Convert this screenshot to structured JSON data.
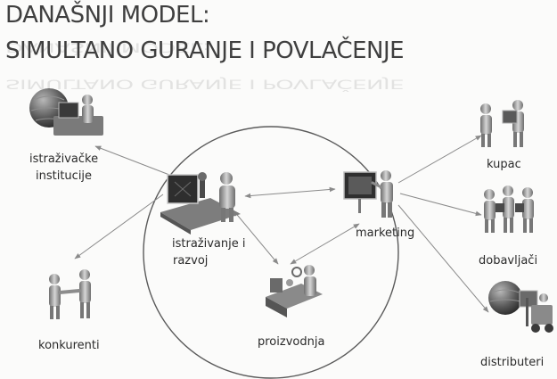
{
  "title": {
    "line1": "DANAŠNJI MODEL:",
    "line2": "SIMULTANO GURANJE I POVLAČENJE"
  },
  "nodes": {
    "research_institutions": {
      "line1": "istraživačke",
      "line2": "institucije",
      "icon": "globe-researcher-icon"
    },
    "competitors": {
      "label": "konkurenti",
      "icon": "handshake-icon"
    },
    "rnd": {
      "line1": "istraživanje i",
      "line2": "razvoj",
      "icon": "scientist-microscope-icon"
    },
    "marketing": {
      "label": "marketing",
      "icon": "presenter-board-icon"
    },
    "production": {
      "label": "proizvodnja",
      "icon": "production-line-icon"
    },
    "customer": {
      "label": "kupac",
      "icon": "person-with-box-icon"
    },
    "suppliers": {
      "label": "dobavljači",
      "icon": "group-of-people-icon"
    },
    "distributors": {
      "label": "distributeri",
      "icon": "globe-forklift-icon"
    }
  },
  "colors": {
    "title": "#3f3f3f",
    "arrow": "#8a8a8a",
    "circle": "#5a5a5a",
    "icon_gray": "#8c8c8c"
  }
}
